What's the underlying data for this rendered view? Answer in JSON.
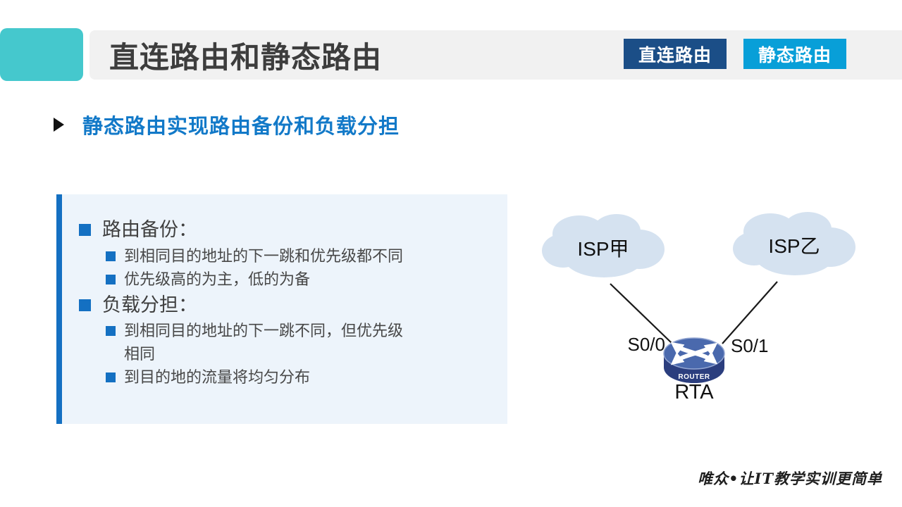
{
  "header": {
    "title": "直连路由和静态路由",
    "tabs": [
      {
        "label": "直连路由",
        "color": "#1b4e87"
      },
      {
        "label": "静态路由",
        "color": "#089fd8"
      }
    ]
  },
  "headline": {
    "text": "静态路由实现路由备份和负载分担"
  },
  "content": {
    "sections": [
      {
        "title": "路由备份：",
        "items": [
          "到相同目的地址的下一跳和优先级都不同",
          "优先级高的为主，低的为备"
        ]
      },
      {
        "title": "负载分担：",
        "items": [
          "到相同目的地址的下一跳不同，但优先级相同",
          "到目的地的流量将均匀分布"
        ]
      }
    ]
  },
  "diagram": {
    "clouds": [
      {
        "label": "ISP甲"
      },
      {
        "label": "ISP乙"
      }
    ],
    "interfaces": [
      {
        "label": "S0/0"
      },
      {
        "label": "S0/1"
      }
    ],
    "router": {
      "icon_text": "ROUTER",
      "label": "RTA"
    }
  },
  "footer": {
    "watermark": "唯众•让IT教学实训更简单"
  },
  "colors": {
    "accent_teal": "#45c8cd",
    "accent_blue": "#1470c2",
    "headline_blue": "#1279c8",
    "tab_dark_blue": "#1b4e87",
    "tab_light_blue": "#089fd8",
    "box_background": "#edf4fb",
    "cloud_fill": "#d5e2f0",
    "router_top": "#4a69ad",
    "router_side": "#2b3e7e"
  }
}
